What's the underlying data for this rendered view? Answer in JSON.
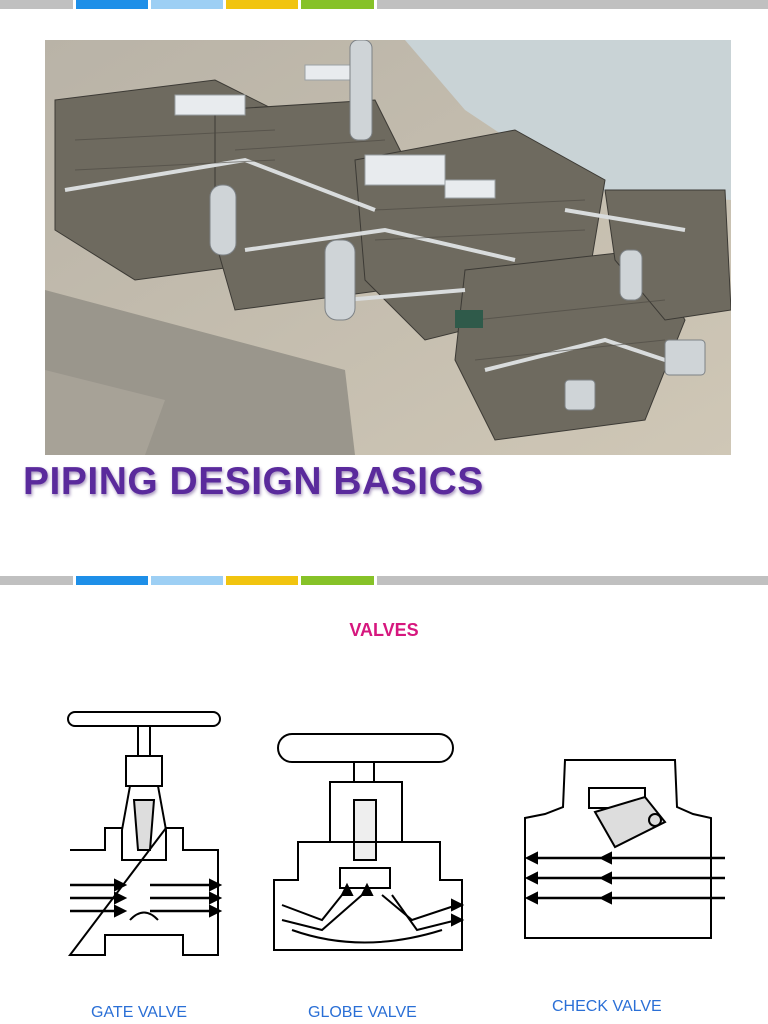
{
  "top_bar": {
    "segments": [
      "#c0c0c0",
      "#1e8fe8",
      "#9dcff4",
      "#f1c40f",
      "#86c228",
      "#c0c0c0"
    ]
  },
  "slide1": {
    "photo_subject": "industrial piping plant aerial rendering",
    "title": "PIPING DESIGN BASICS"
  },
  "divider_bar": {
    "segments": [
      "#c0c0c0",
      "#1e8fe8",
      "#9dcff4",
      "#f1c40f",
      "#86c228",
      "#c0c0c0"
    ]
  },
  "slide2": {
    "heading": "VALVES",
    "valves": [
      {
        "label": "GATE VALVE",
        "icon": "gate-valve-diagram"
      },
      {
        "label": "GLOBE VALVE",
        "icon": "globe-valve-diagram"
      },
      {
        "label": "CHECK VALVE",
        "icon": "check-valve-diagram"
      }
    ]
  },
  "colors": {
    "title": "#5a2a9c",
    "heading": "#d6177e",
    "caption": "#2a6fd6"
  }
}
